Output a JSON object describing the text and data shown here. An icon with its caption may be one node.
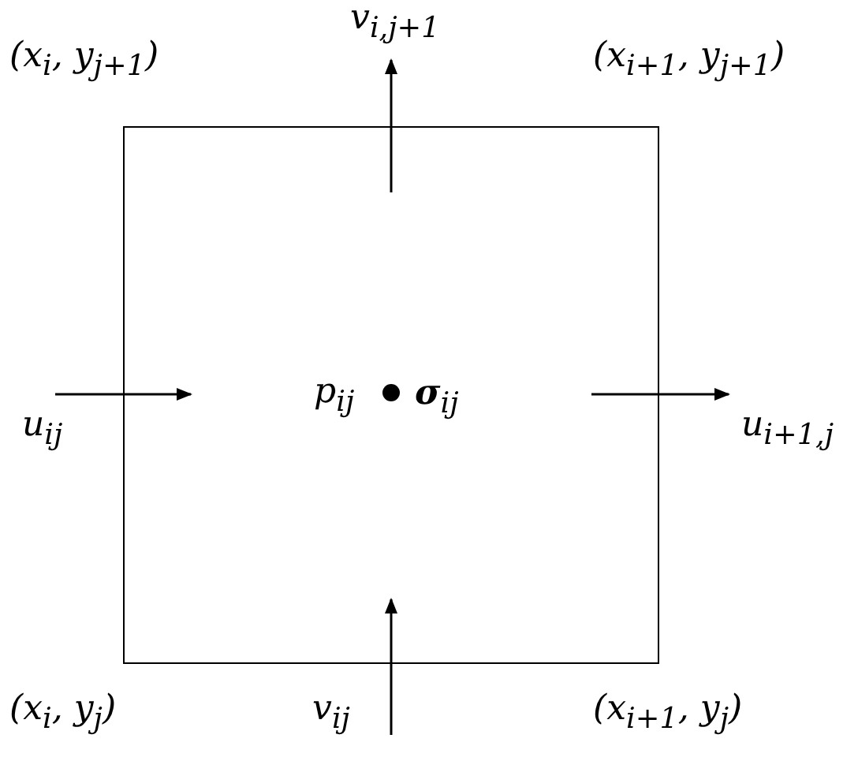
{
  "diagram": {
    "nodes": [
      {
        "text": [
          "p$_{ij}$",
          "**σ**$_{ij}$"
        ]
      }
    ],
    "labels": [
      "(x$_{i}$, y$_{j+1}$)",
      "v$_{i,j+1}$",
      "(x$_{i+1}$, y$_{j+1}$)",
      "u$_{ij}$",
      "u$_{i+1,j}$",
      "(x$_{i}$, y$_{j}$)",
      "v$_{ij}$",
      "(x$_{i+1}$, y$_{j}$)"
    ]
  }
}
